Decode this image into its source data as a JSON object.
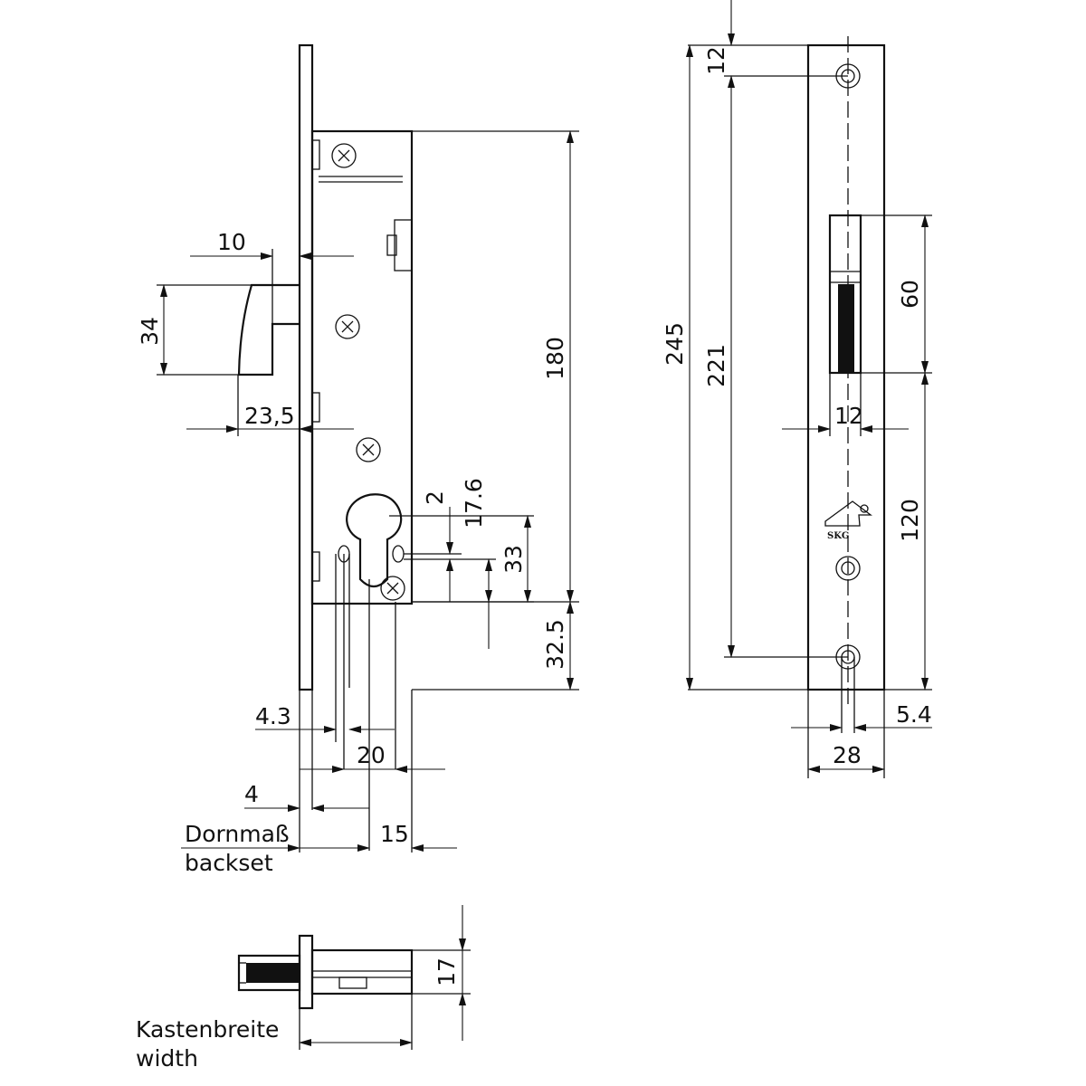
{
  "colors": {
    "line": "#111111",
    "background": "#ffffff"
  },
  "dimensions": {
    "d10": "10",
    "d34": "34",
    "d23_5": "23,5",
    "d180": "180",
    "d2": "2",
    "d17_6": "17.6",
    "d33": "33",
    "d32_5": "32.5",
    "d4_3": "4.3",
    "d20": "20",
    "d4": "4",
    "d15": "15",
    "d17": "17",
    "d245": "245",
    "d221": "221",
    "d12_top": "12",
    "d60": "60",
    "d12_mid": "12",
    "d120": "120",
    "d5_4": "5.4",
    "d28": "28"
  },
  "labels": {
    "dornmass": "Dornmaß",
    "backset": "backset",
    "kastenbreite": "Kastenbreite",
    "width": "width"
  },
  "logo": {
    "text": "SKG",
    "icon": "skg-logo-icon"
  },
  "icons": [
    "screw-cross-icon",
    "screw-hole-icon",
    "cylinder-cutout-icon",
    "dimension-arrow-icon"
  ]
}
